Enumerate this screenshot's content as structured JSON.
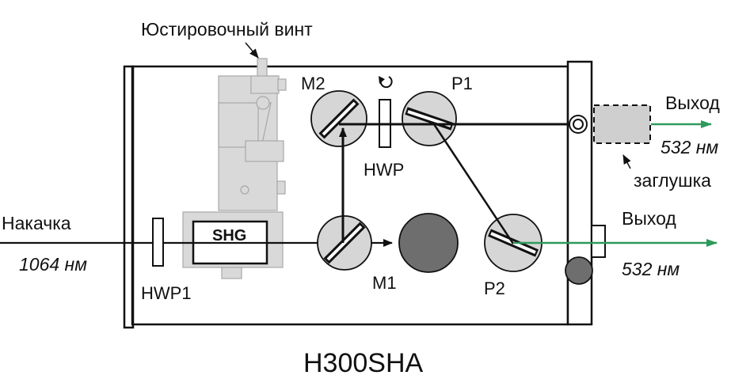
{
  "diagram": {
    "title": "H300SHA",
    "labels": {
      "adjust_screw": "Юстировочный винт",
      "m2": "M2",
      "p1": "P1",
      "hwp": "HWP",
      "hwp1": "HWP1",
      "m1": "M1",
      "p2": "P2",
      "shg": "SHG",
      "pump": "Накачка",
      "pump_wavelength": "1064 нм",
      "output_top": "Выход",
      "output_top_wavelength": "532 нм",
      "output_bottom": "Выход",
      "output_bottom_wavelength": "532 нм",
      "plug": "заглушка"
    },
    "colors": {
      "line": "#111111",
      "mount_gray": "#d9d9d9",
      "mirror_gray": "#d6d6d6",
      "dark_gray": "#6e6e6e",
      "plug_fill": "#cfcfcf",
      "green_beam": "#2e9a5c"
    },
    "icons": [
      "rotation-arrow-icon",
      "screw-icon"
    ]
  }
}
